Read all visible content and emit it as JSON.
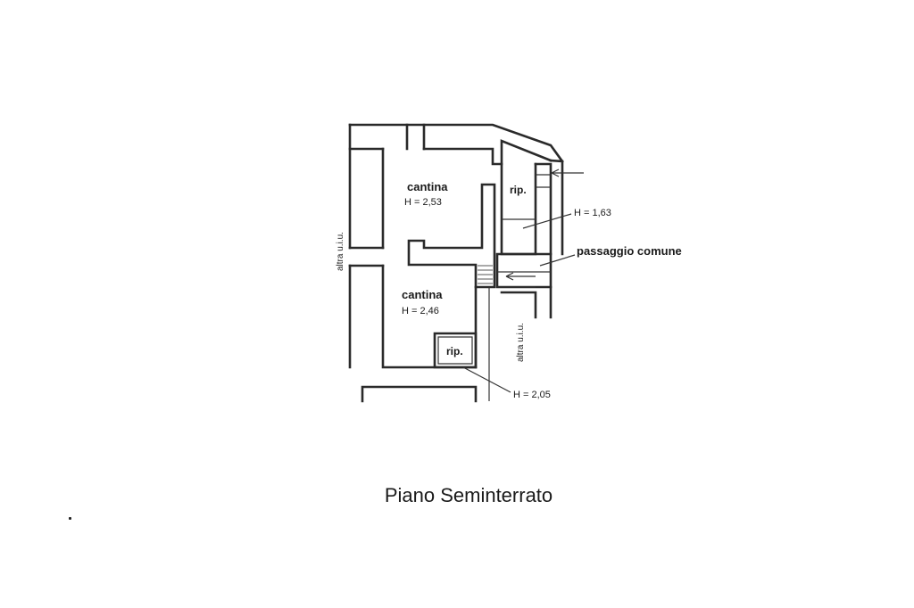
{
  "plan": {
    "rooms": [
      {
        "name": "cantina",
        "height": "H = 2,53"
      },
      {
        "name": "cantina",
        "height": "H = 2,46"
      }
    ],
    "storage": [
      {
        "name": "rip.",
        "height": "H = 1,63"
      },
      {
        "name": "rip.",
        "height": "H = 2,05"
      }
    ],
    "passage_label": "passaggio comune",
    "neighbor_labels": [
      "altra u.i.u.",
      "altra u.i.u."
    ]
  },
  "caption": "Piano Seminterrato"
}
